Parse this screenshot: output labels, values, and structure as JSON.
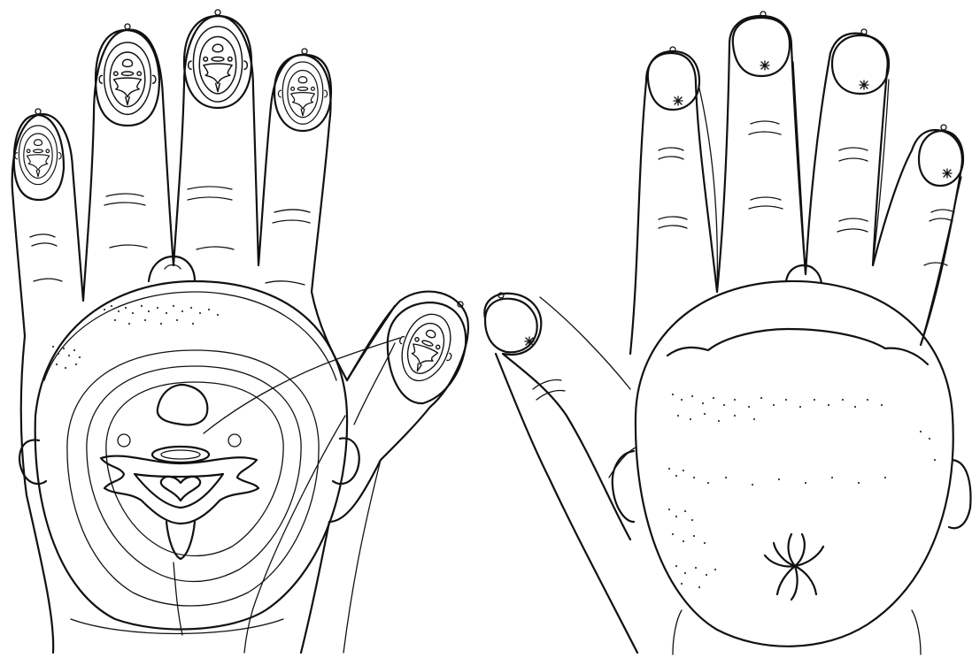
{
  "figure": {
    "left_hand": {
      "view": "palm",
      "fingers": [
        "little-finger",
        "ring-finger",
        "middle-finger",
        "index-finger",
        "thumb"
      ],
      "feature": "face-in-palm"
    },
    "right_hand": {
      "view": "back",
      "fingers": [
        "index-finger",
        "middle-finger",
        "ring-finger",
        "little-finger",
        "thumb"
      ],
      "feature": "head-on-back-of-hand"
    },
    "colors": {
      "line": "#111111",
      "background": "#ffffff"
    }
  }
}
